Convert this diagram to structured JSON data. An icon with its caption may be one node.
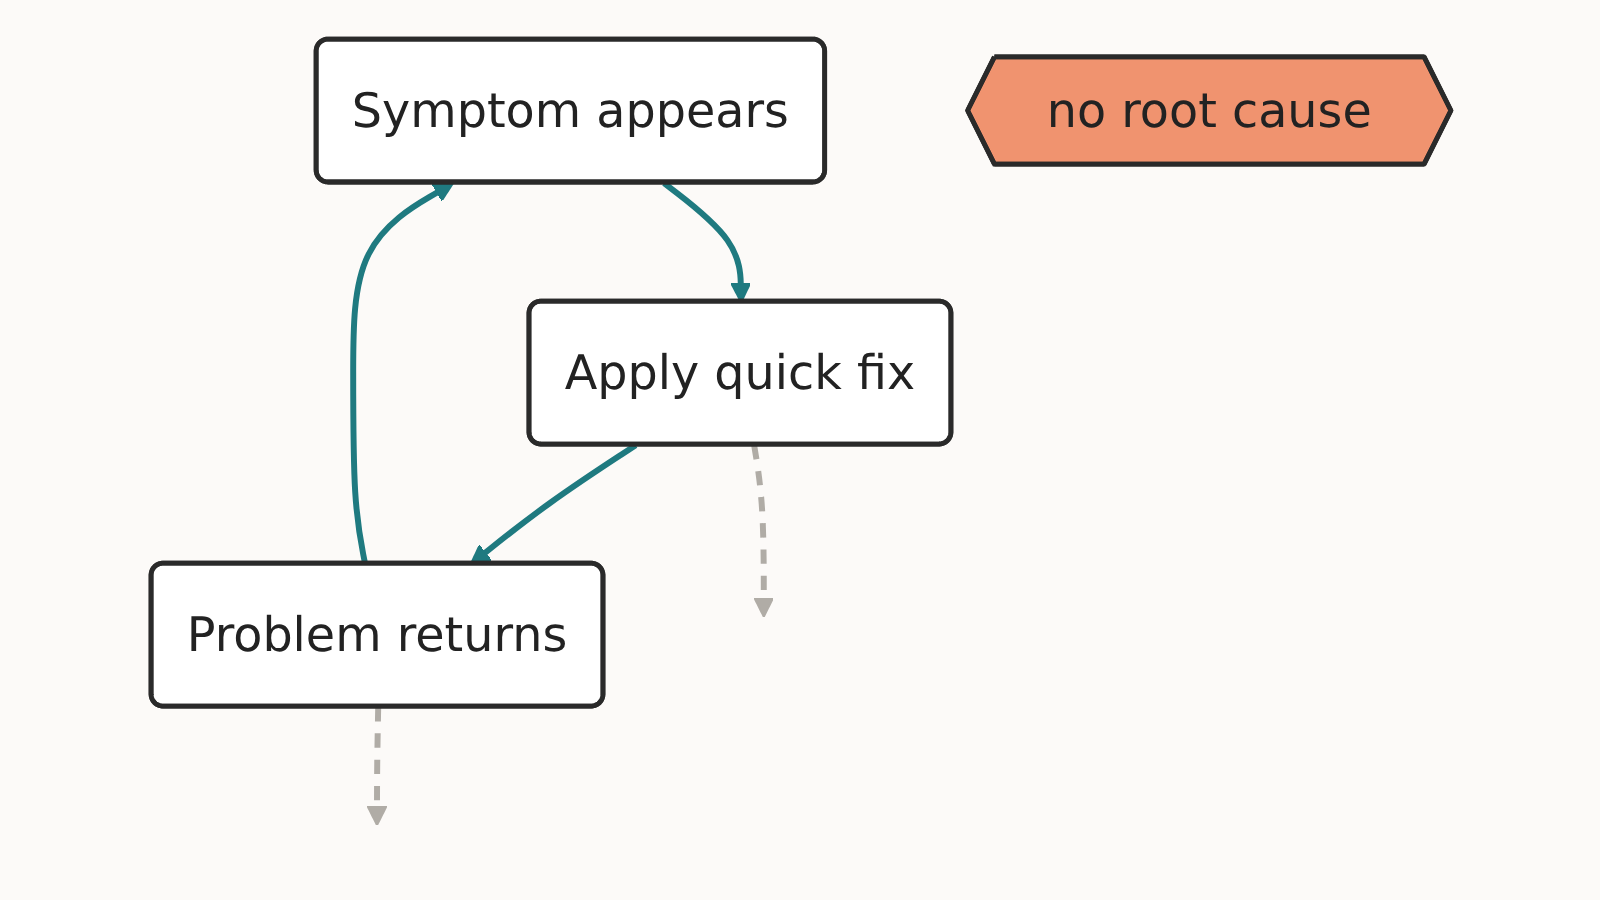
{
  "diagram": {
    "nodes": [
      {
        "text": [
          "Symptom appears"
        ]
      },
      {
        "text": [
          "Apply quick fix"
        ]
      },
      {
        "text": [
          "Problem returns"
        ]
      },
      {
        "text": [
          "no root cause"
        ]
      }
    ],
    "edges": [
      {
        "from": 0,
        "to": 1,
        "arrow": "to"
      },
      {
        "from": 1,
        "to": 2,
        "arrow": "to"
      },
      {
        "from": 2,
        "to": 0,
        "arrow": "to"
      },
      {
        "from": 1,
        "to": null,
        "arrow": "to",
        "style": "dashed",
        "color": "#b0aca6"
      },
      {
        "from": 2,
        "to": null,
        "arrow": "to",
        "style": "dashed",
        "color": "#b0aca6"
      }
    ]
  }
}
